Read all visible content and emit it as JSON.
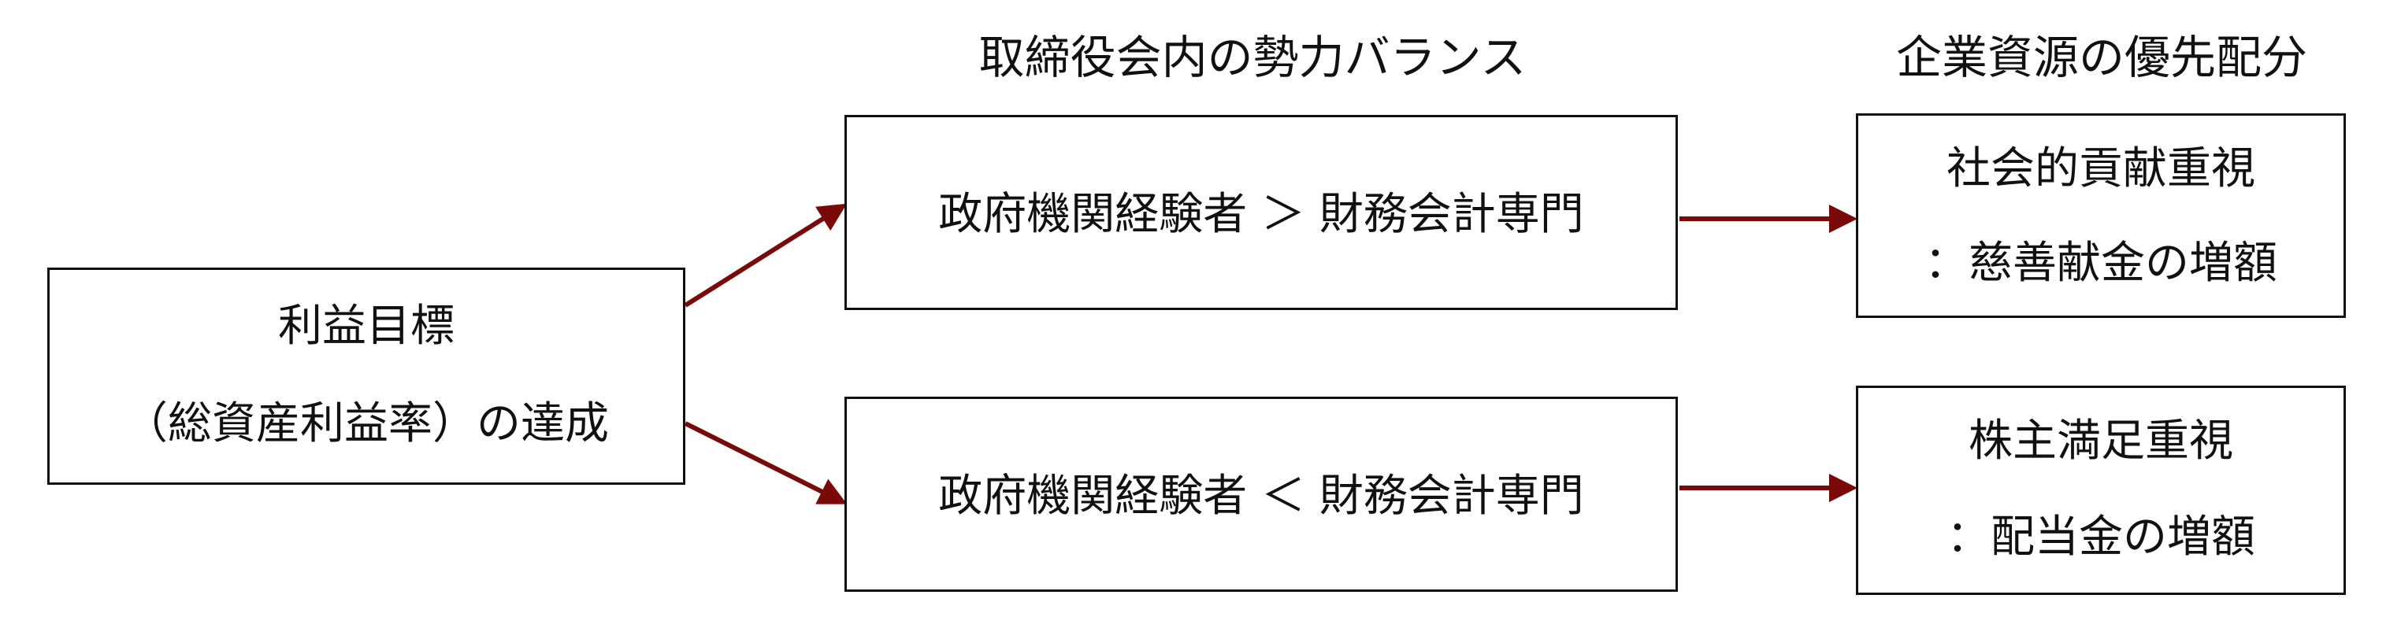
{
  "headers": {
    "board_balance": "取締役会内の勢力バランス",
    "resource_priority": "企業資源の優先配分"
  },
  "source": {
    "line1": "利益目標",
    "line2": "（総資産利益率）の達成"
  },
  "balance_top": {
    "text": "政府機関経験者 ＞ 財務会計専門"
  },
  "balance_bottom": {
    "text": "政府機関経験者 ＜ 財務会計専門"
  },
  "outcome_top": {
    "line1": "社会的貢献重視",
    "line2": "：慈善献金の増額"
  },
  "outcome_bottom": {
    "line1": "株主満足重視",
    "line2": "：配当金の増額"
  },
  "colors": {
    "arrow": "#7a0a0a",
    "border": "#111111",
    "text": "#111111"
  }
}
